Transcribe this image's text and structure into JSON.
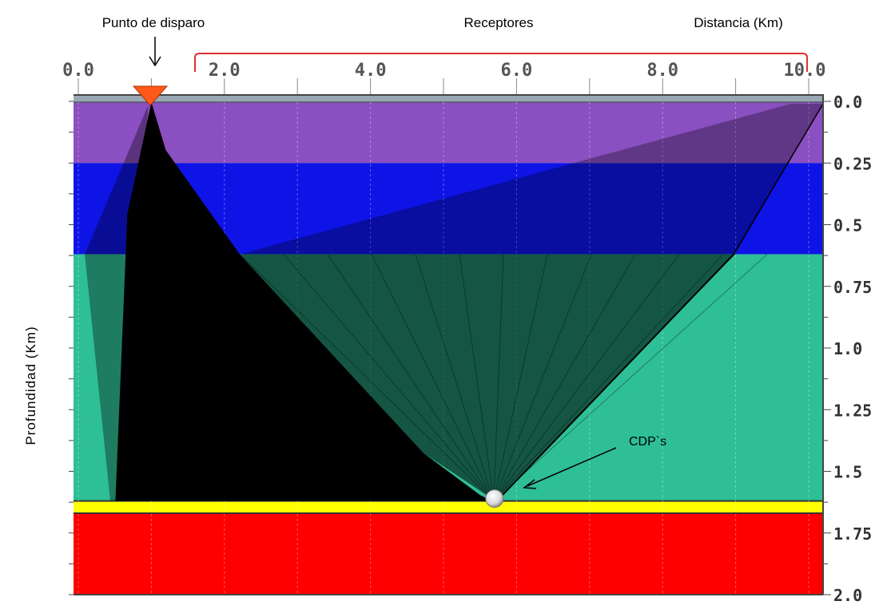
{
  "annotations": {
    "shot_point": "Punto de disparo",
    "receivers": "Receptores",
    "distance": "Distancia (Km)",
    "depth": "Profundidad (Km)",
    "cdp": "CDP`s"
  },
  "x_ticks": [
    "0.0",
    "2.0",
    "4.0",
    "6.0",
    "8.0",
    "10.0"
  ],
  "y_ticks": [
    "0.0",
    "0.25",
    "0.5",
    "0.75",
    "1.0",
    "1.25",
    "1.5",
    "1.75",
    "2.0"
  ],
  "colors": {
    "surface_strip": "#9aa7b4",
    "layer_purple": "#8a4fc0",
    "layer_blue": "#0e14e6",
    "layer_green": "#2ebf96",
    "layer_yellow": "#ffff00",
    "layer_red": "#ff0000",
    "rays": "#000000",
    "shot_marker": "#ff5a1a",
    "receiver_bracket": "#e03030"
  },
  "layers": [
    {
      "name": "purple-layer",
      "top": 0.0,
      "bottom": 0.25
    },
    {
      "name": "blue-layer",
      "top": 0.25,
      "bottom": 0.62
    },
    {
      "name": "green-layer",
      "top": 0.62,
      "bottom": 1.62
    },
    {
      "name": "yellow-reflector",
      "top": 1.62,
      "bottom": 1.67
    },
    {
      "name": "red-layer",
      "top": 1.67,
      "bottom": 2.0
    }
  ],
  "shot_point_distance": 1.0,
  "cdp_distance": 5.6,
  "cdp_depth": 1.62,
  "receiver_range": [
    1.6,
    10.0
  ]
}
